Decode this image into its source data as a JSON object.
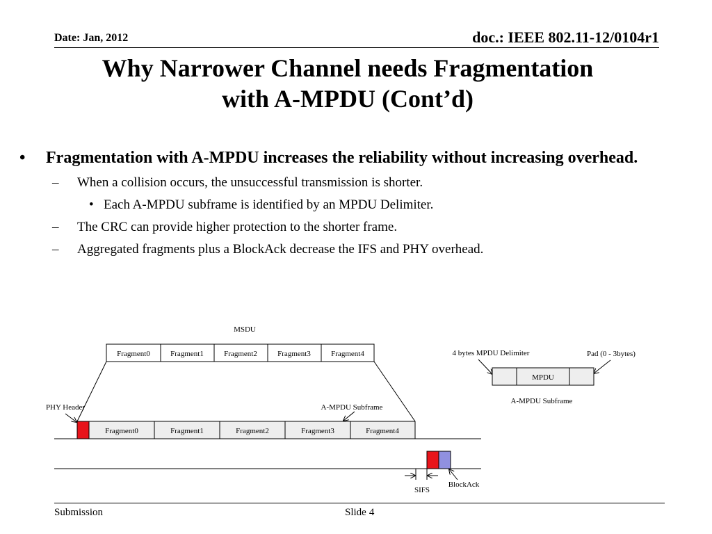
{
  "header": {
    "date": "Date: Jan, 2012",
    "doc": "doc.: IEEE 802.11-12/0104r1"
  },
  "title": {
    "line1": "Why Narrower Channel needs Fragmentation",
    "line2": "with A-MPDU (Cont’d)"
  },
  "bullets": {
    "main": "Fragmentation with A-MPDU increases the reliability without increasing overhead.",
    "sub1": "When a collision occurs, the unsuccessful transmission is shorter.",
    "sub1a": "Each A-MPDU subframe is identified by an MPDU Delimiter.",
    "sub2": "The CRC can provide higher protection to the shorter frame.",
    "sub3": "Aggregated fragments plus a BlockAck decrease the IFS and PHY overhead."
  },
  "diagram": {
    "msdu_label": "MSDU",
    "msdu_fragments": [
      "Fragment0",
      "Fragment1",
      "Fragment2",
      "Fragment3",
      "Fragment4"
    ],
    "ampdu_fragments": [
      "Fragment0",
      "Fragment1",
      "Fragment2",
      "Fragment3",
      "Fragment4"
    ],
    "phy_header_label": "PHY Header",
    "ampdu_subframe_label": "A-MPDU Subframe",
    "sifs_label": "SIFS",
    "blockack_label": "BlockAck",
    "delimiter_label": "4 bytes MPDU Delimiter",
    "pad_label": "Pad (0 - 3bytes)",
    "mpdu_label": "MPDU",
    "subframe_caption": "A-MPDU Subframe",
    "colors": {
      "phy_header": "#e8141b",
      "blockack": "#9090e0",
      "fragment_fill": "#eeeeee"
    }
  },
  "footer": {
    "submission": "Submission",
    "slide_word": "Slide",
    "slide_number": "4"
  }
}
